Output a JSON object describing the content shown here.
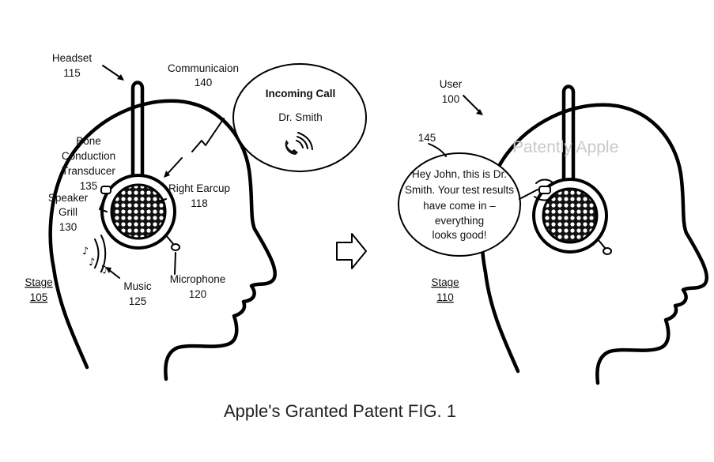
{
  "labels": {
    "headset_name": "Headset",
    "headset_num": "115",
    "communication_name": "Communicaion",
    "communication_num": "140",
    "bone_line1": "Bone",
    "bone_line2": "Conduction",
    "bone_line3": "Transducer",
    "bone_num": "135",
    "speaker_line1": "Speaker",
    "speaker_line2": "Grill",
    "speaker_num": "130",
    "right_earcup_name": "Right Earcup",
    "right_earcup_num": "118",
    "microphone_name": "Microphone",
    "microphone_num": "120",
    "music_name": "Music",
    "music_num": "125",
    "stage1_name": "Stage",
    "stage1_num": "105",
    "stage2_name": "Stage",
    "stage2_num": "110",
    "user_name": "User",
    "user_num": "100",
    "bubble_num": "145"
  },
  "incoming_call": {
    "title": "Incoming Call",
    "caller": "Dr. Smith"
  },
  "speech_bubble": {
    "line1": "Hey John, this is Dr.",
    "line2": "Smith. Your test results",
    "line3": "have come in –",
    "line4": "everything",
    "line5": "looks good!"
  },
  "watermark": "Patently Apple",
  "caption": "Apple's Granted Patent FIG. 1",
  "icons": [
    "phone-icon",
    "sound-waves-icon",
    "music-note-icon",
    "right-arrow-icon"
  ]
}
